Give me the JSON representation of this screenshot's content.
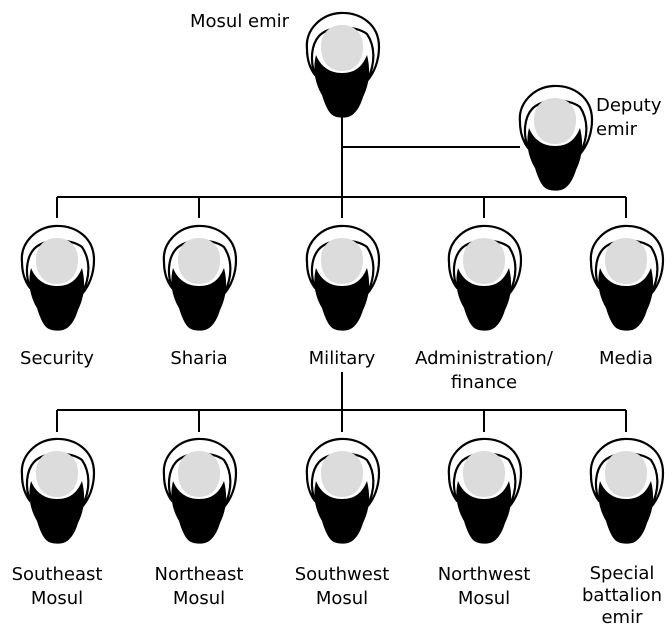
{
  "top": {
    "label": "Mosul emir"
  },
  "deputy": {
    "label_line1": "Deputy",
    "label_line2": "emir"
  },
  "departments": [
    {
      "label_line1": "Security",
      "label_line2": ""
    },
    {
      "label_line1": "Sharia",
      "label_line2": ""
    },
    {
      "label_line1": "Military",
      "label_line2": ""
    },
    {
      "label_line1": "Administration/",
      "label_line2": "finance"
    },
    {
      "label_line1": "Media",
      "label_line2": ""
    }
  ],
  "military_units": [
    {
      "label_line1": "Southeast",
      "label_line2": "Mosul",
      "label_line3": ""
    },
    {
      "label_line1": "Northeast",
      "label_line2": "Mosul",
      "label_line3": ""
    },
    {
      "label_line1": "Southwest",
      "label_line2": "Mosul",
      "label_line3": ""
    },
    {
      "label_line1": "Northwest",
      "label_line2": "Mosul",
      "label_line3": ""
    },
    {
      "label_line1": "Special",
      "label_line2": "battalion",
      "label_line3": "emir"
    }
  ],
  "icon_name": "bearded-figure-icon",
  "colors": {
    "line": "#000000",
    "face": "#dcdcdc",
    "beard": "#000000",
    "turban": "#ffffff"
  }
}
